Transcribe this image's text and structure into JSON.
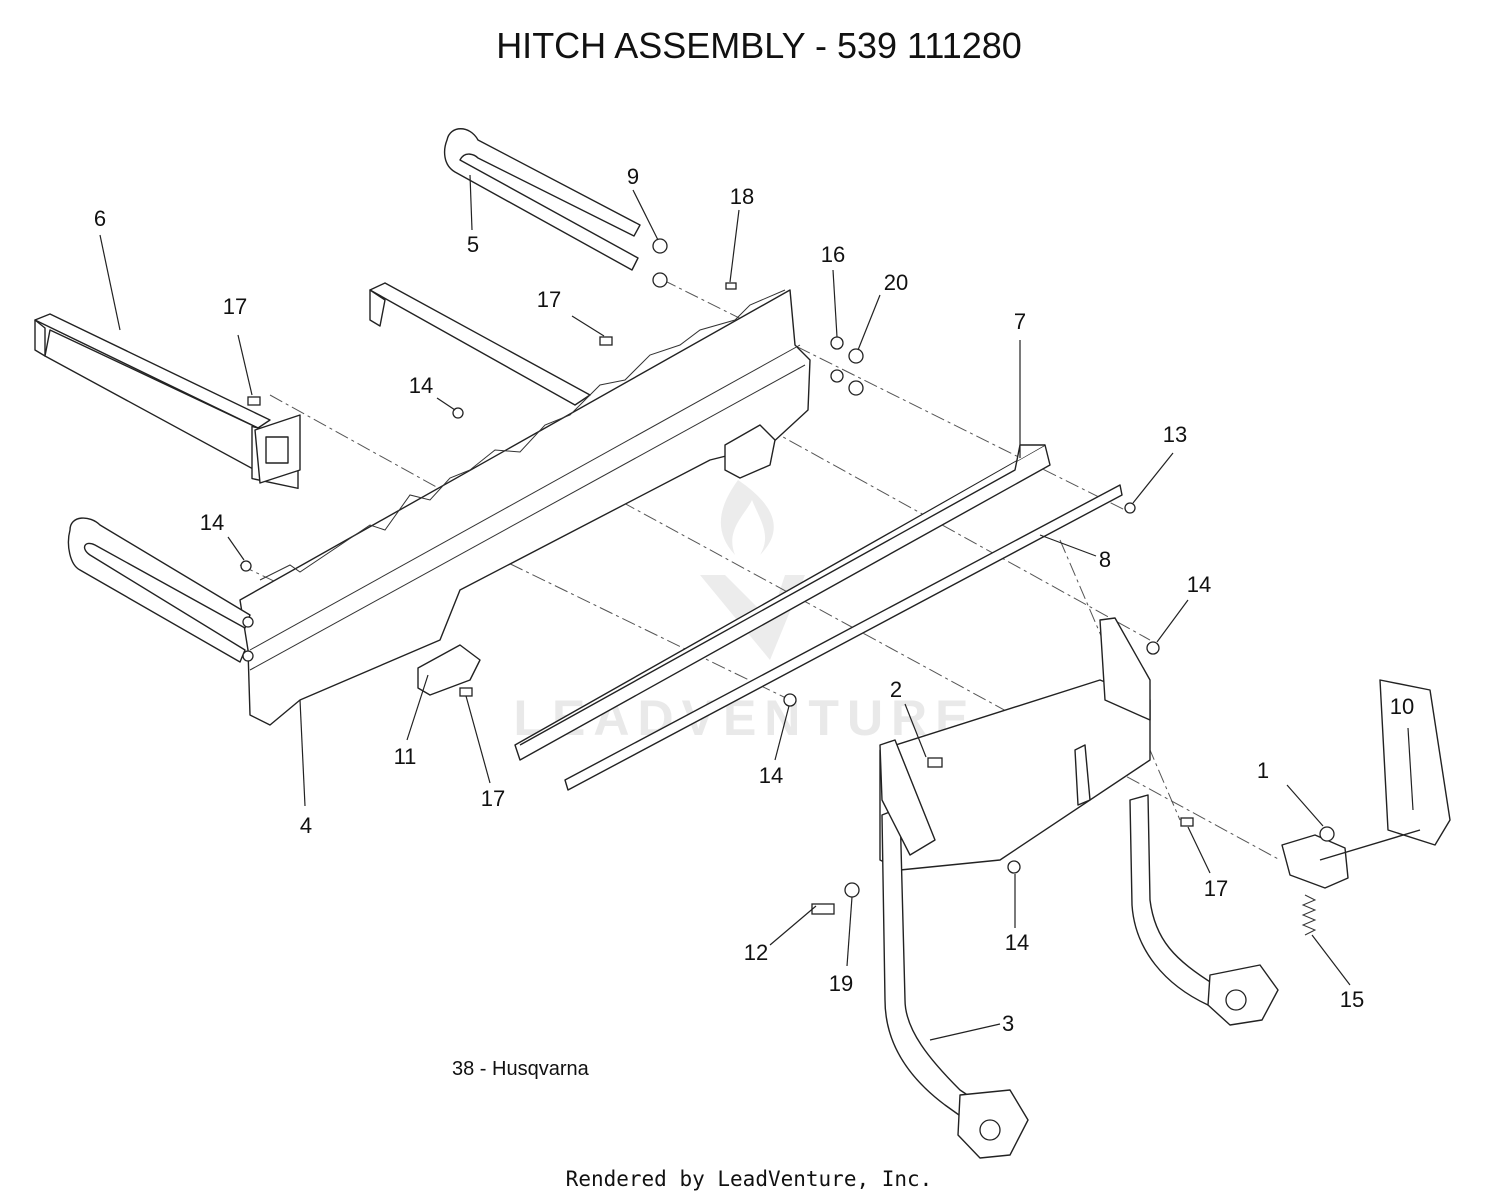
{
  "diagram": {
    "title": "HITCH ASSEMBLY - 539 111280",
    "caption": "38 - Husqvarna",
    "footer": "Rendered by LeadVenture, Inc.",
    "watermark": "LEADVENTURE",
    "callouts": [
      {
        "id": "c1",
        "label": "1"
      },
      {
        "id": "c2",
        "label": "2"
      },
      {
        "id": "c3",
        "label": "3"
      },
      {
        "id": "c4",
        "label": "4"
      },
      {
        "id": "c5",
        "label": "5"
      },
      {
        "id": "c6",
        "label": "6"
      },
      {
        "id": "c7",
        "label": "7"
      },
      {
        "id": "c8",
        "label": "8"
      },
      {
        "id": "c9",
        "label": "9"
      },
      {
        "id": "c10",
        "label": "10"
      },
      {
        "id": "c11",
        "label": "11"
      },
      {
        "id": "c12",
        "label": "12"
      },
      {
        "id": "c13",
        "label": "13"
      },
      {
        "id": "c14a",
        "label": "14"
      },
      {
        "id": "c14b",
        "label": "14"
      },
      {
        "id": "c14c",
        "label": "14"
      },
      {
        "id": "c14d",
        "label": "14"
      },
      {
        "id": "c14e",
        "label": "14"
      },
      {
        "id": "c15",
        "label": "15"
      },
      {
        "id": "c16",
        "label": "16"
      },
      {
        "id": "c17a",
        "label": "17"
      },
      {
        "id": "c17b",
        "label": "17"
      },
      {
        "id": "c17c",
        "label": "17"
      },
      {
        "id": "c17d",
        "label": "17"
      },
      {
        "id": "c18",
        "label": "18"
      },
      {
        "id": "c19",
        "label": "19"
      },
      {
        "id": "c20",
        "label": "20"
      }
    ]
  }
}
